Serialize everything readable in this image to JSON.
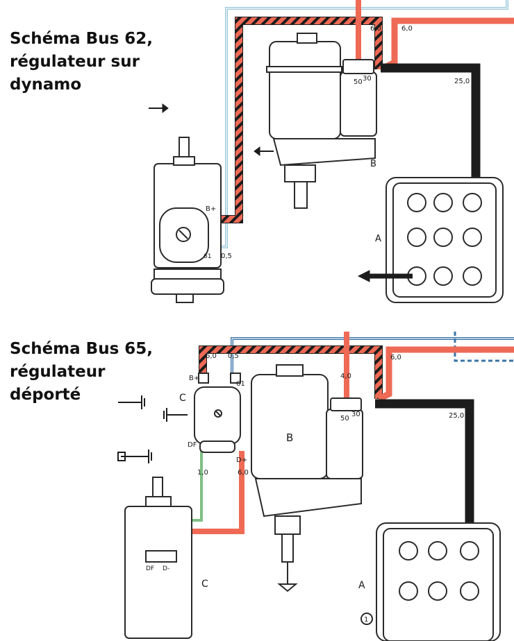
{
  "colors": {
    "red_wire": "#ee6a55",
    "black_wire": "#1c1c1c",
    "blue_wire": "#9cc8dc",
    "dark_blue_wire": "#3a74a6",
    "green_wire": "#7fbf85",
    "line": "#2a2a2a",
    "paper": "#ffffff"
  },
  "headings": {
    "bus62": [
      "Schéma Bus 62,",
      "régulateur sur",
      "dynamo"
    ],
    "bus65": [
      "Schéma Bus 65,",
      "régulateur",
      "déporté"
    ]
  },
  "diagram_62": {
    "wire_sizes": {
      "red_top_left": "6,0",
      "red_top_right": "6,0",
      "black_main": "25,0",
      "blue_small": "0,5"
    },
    "terminals": {
      "starter_50": "50",
      "starter_30": "30",
      "dynamo_b": "B+",
      "dynamo_61": "61"
    },
    "component_labels": {
      "starter": "B",
      "battery": "A"
    }
  },
  "diagram_65": {
    "wire_sizes": {
      "red_left": "6,0",
      "blue_left": "0,5",
      "red_mid": "4,0",
      "red_right": "6,0",
      "black_main": "25,0",
      "green": "1,0",
      "red_df": "6,0"
    },
    "terminals": {
      "reg_b": "B+",
      "reg_61": "61",
      "reg_df": "DF",
      "reg_d": "D+",
      "starter_50": "50",
      "starter_30": "30",
      "dynamo_df": "DF",
      "dynamo_d": "D-"
    },
    "component_labels": {
      "regulator": "C",
      "starter": "B",
      "dynamo": "C",
      "battery": "A",
      "circle_marker": "1"
    }
  }
}
